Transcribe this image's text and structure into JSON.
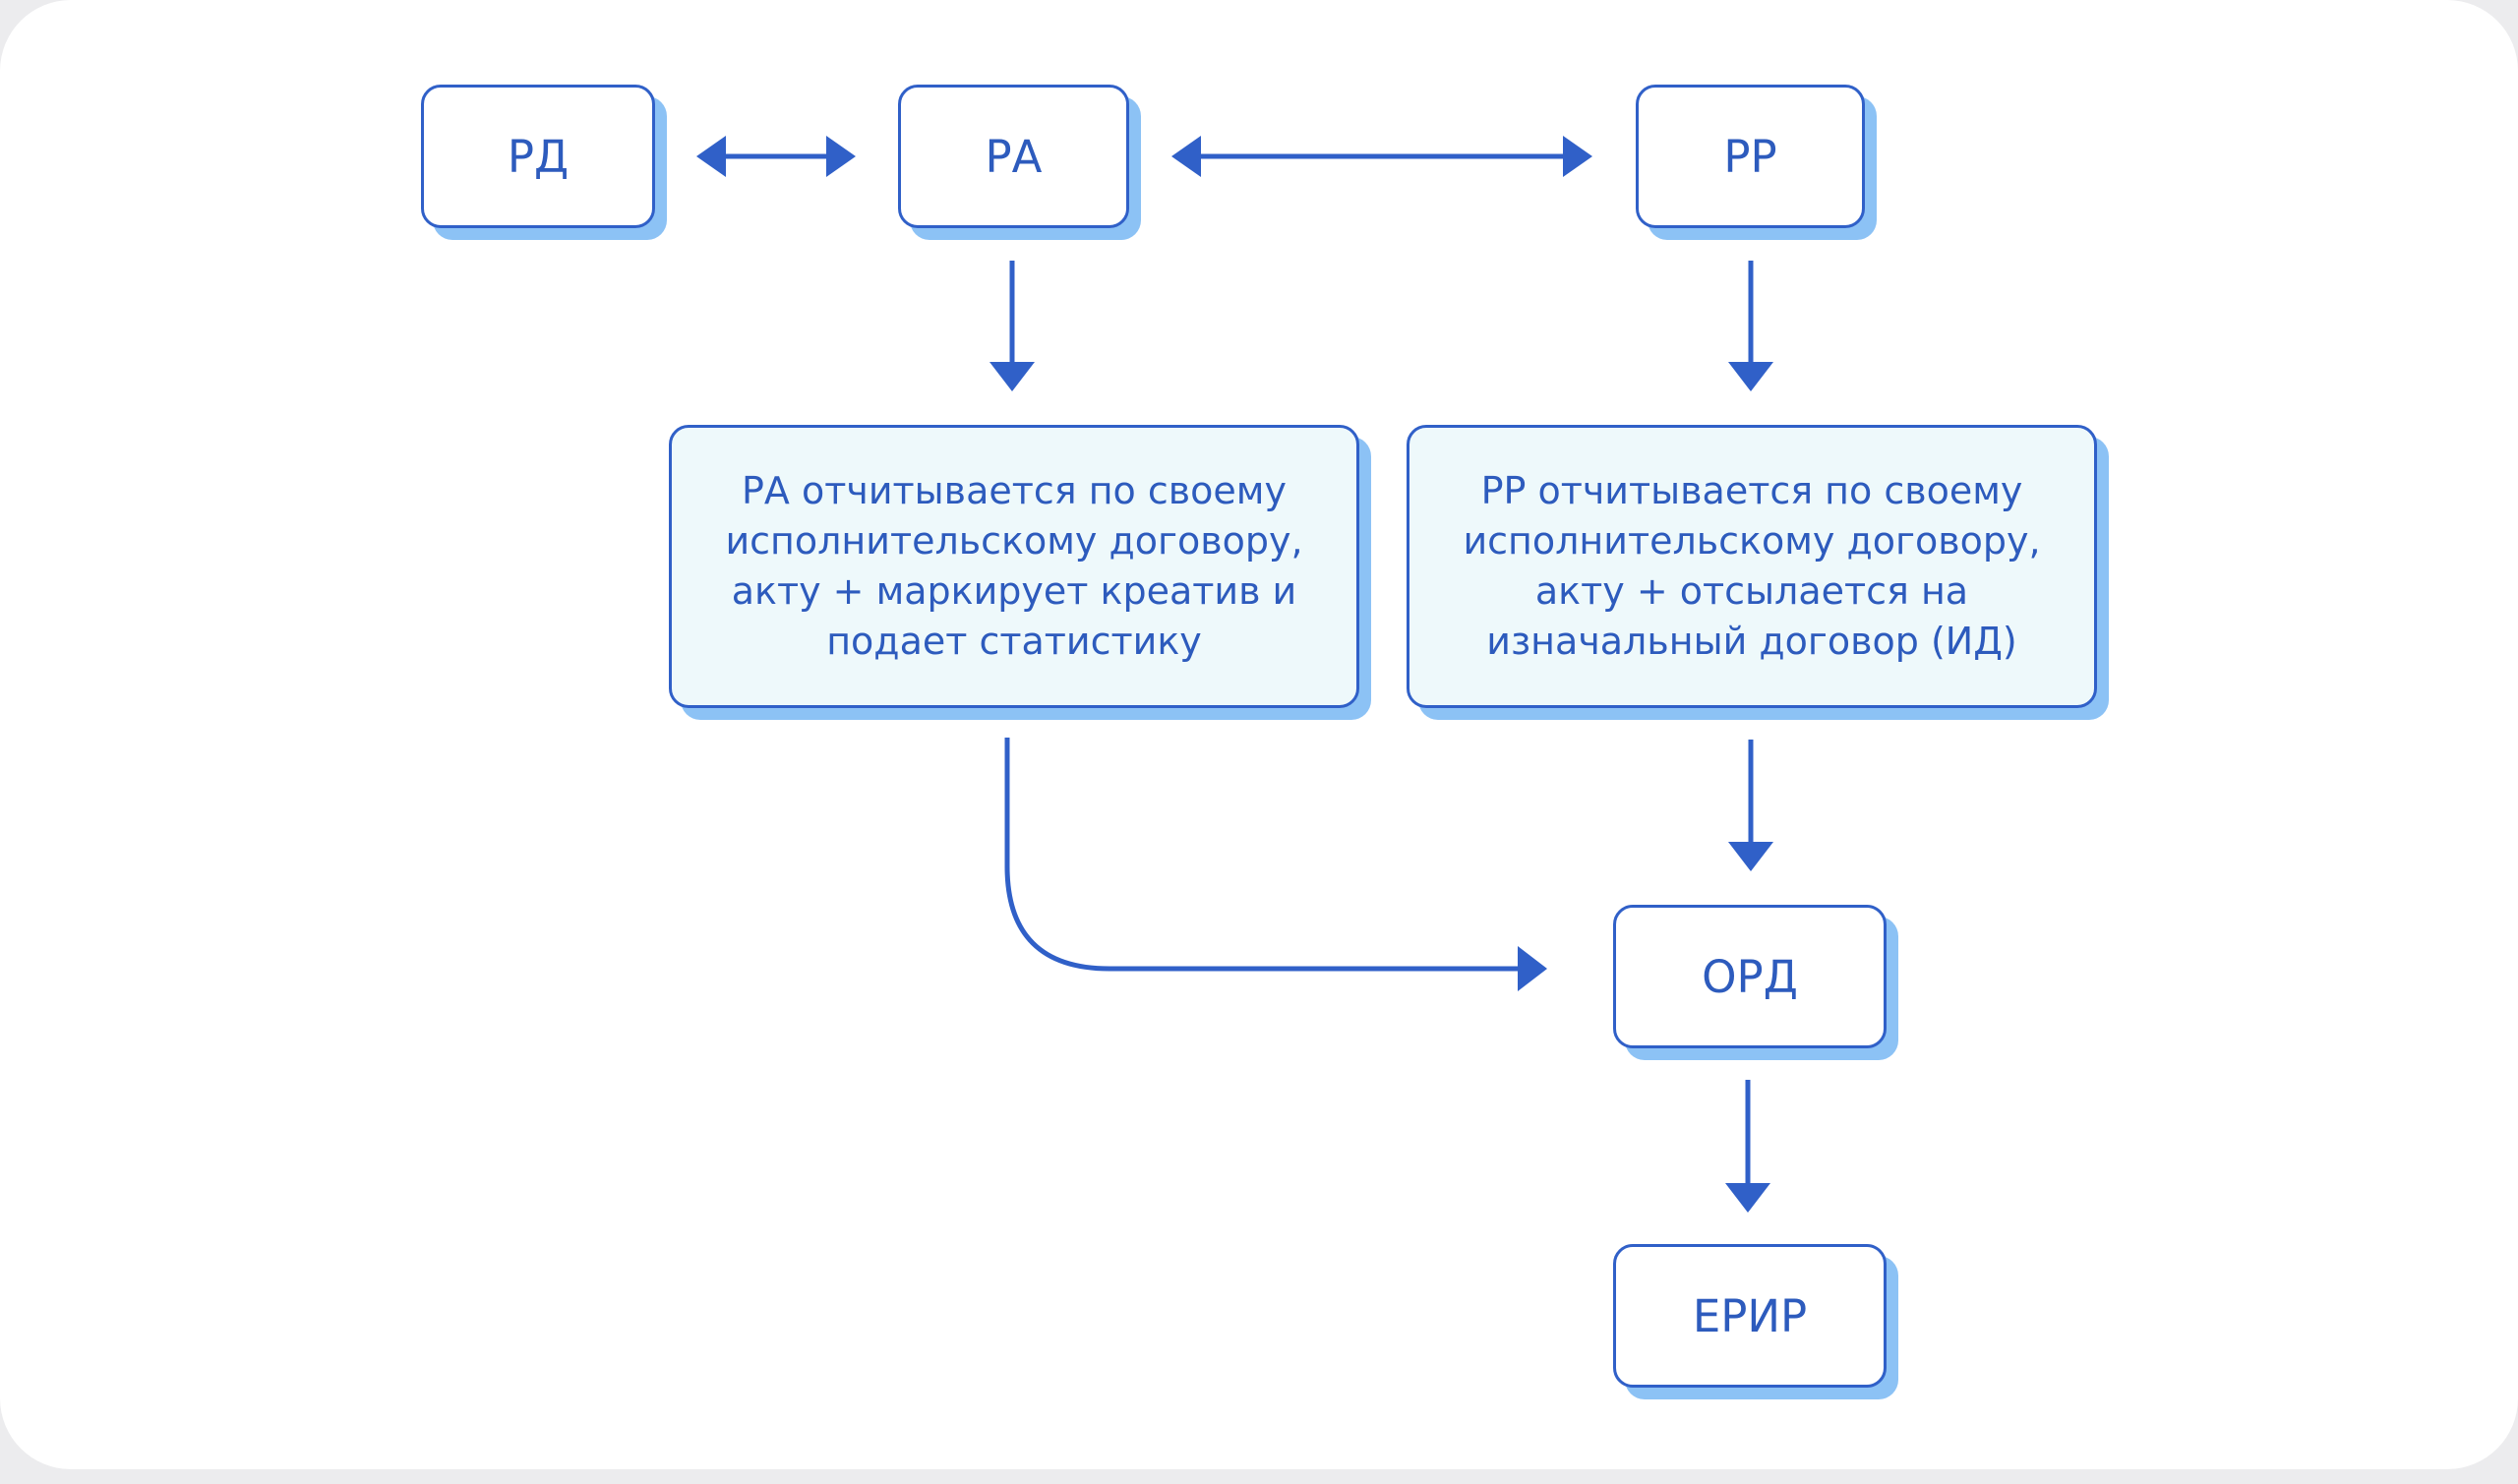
{
  "diagram": {
    "nodes": {
      "rd": "РД",
      "ra": "РА",
      "rr": "РР",
      "ra_report": "РА отчитывается по своему\nисполнительскому договору,\nакту + маркирует креатив и\nподает статистику",
      "rr_report": "РР отчитывается по своему\nисполнительскому договору,\nакту + отсылается на\nизначальный договор (ИД)",
      "ord": "ОРД",
      "erir": "ЕРИР"
    },
    "edges": [
      {
        "from": "rd",
        "to": "ra",
        "direction": "both"
      },
      {
        "from": "ra",
        "to": "rr",
        "direction": "both"
      },
      {
        "from": "ra",
        "to": "ra_report",
        "direction": "forward"
      },
      {
        "from": "rr",
        "to": "rr_report",
        "direction": "forward"
      },
      {
        "from": "ra_report",
        "to": "ord",
        "direction": "forward"
      },
      {
        "from": "rr_report",
        "to": "ord",
        "direction": "forward"
      },
      {
        "from": "ord",
        "to": "erir",
        "direction": "forward"
      }
    ],
    "colors": {
      "stroke": "#3060c8",
      "text": "#2d5bbd",
      "shadow": "#8cc2f5",
      "highlight_fill": "#eef9fb"
    }
  }
}
